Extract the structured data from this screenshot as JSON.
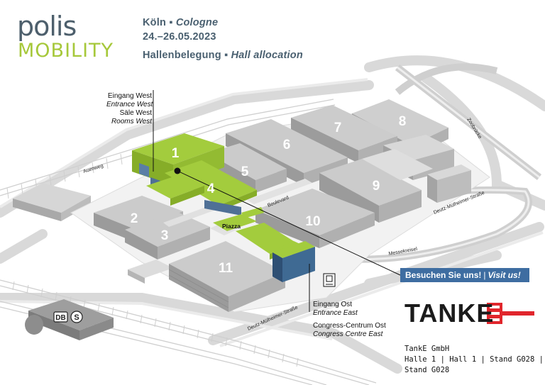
{
  "header": {
    "city_de": "Köln",
    "bullet": "▪",
    "city_en": "Cologne",
    "dates": "24.–26.05.2023",
    "title_de": "Hallenbelegung",
    "title_en": "Hall allocation"
  },
  "logo": {
    "word1": "polis",
    "word2": "MOBILITY"
  },
  "map": {
    "halls": [
      {
        "number": "1",
        "highlighted": true
      },
      {
        "number": "2",
        "highlighted": false
      },
      {
        "number": "3",
        "highlighted": false
      },
      {
        "number": "4",
        "highlighted": true
      },
      {
        "number": "5",
        "highlighted": false
      },
      {
        "number": "6",
        "highlighted": false
      },
      {
        "number": "7",
        "highlighted": false
      },
      {
        "number": "8",
        "highlighted": false
      },
      {
        "number": "9",
        "highlighted": false
      },
      {
        "number": "10",
        "highlighted": false
      },
      {
        "number": "11",
        "highlighted": false
      }
    ],
    "piazza": "Piazza",
    "streets": {
      "auenweg": "Auenweg",
      "boulevard": "Boulevard",
      "zoobruecke": "Zoobrücke",
      "dm_east": "Deutz-Mülheimer-Straße",
      "dm_south": "Deutz-Mülheimer-Straße",
      "messekreisel": "Messekreisel"
    },
    "db_label": "DB",
    "sbahn_label": "S"
  },
  "entrance_west": {
    "line1": "Eingang West",
    "line2": "Entrance West",
    "line3": "Säle West",
    "line4": "Rooms West"
  },
  "entrance_east": {
    "line1": "Eingang Ost",
    "line2": "Entrance East",
    "line3": "Congress-Centrum Ost",
    "line4": "Congress Centre East"
  },
  "cta": {
    "de": "Besuchen Sie uns!",
    "sep": "|",
    "en": "Visit us!"
  },
  "exhibitor": {
    "brand": "TANKE",
    "company": "TankE GmbH",
    "stand": "Halle 1 | Hall 1 | Stand G028 | Stand G028"
  },
  "colors": {
    "highlight_green": "#9ac43a",
    "hall_grey": "#bdbdbd",
    "text_blue": "#4a6070",
    "cta_blue": "#3e6da1",
    "brand_red": "#e1262c"
  }
}
